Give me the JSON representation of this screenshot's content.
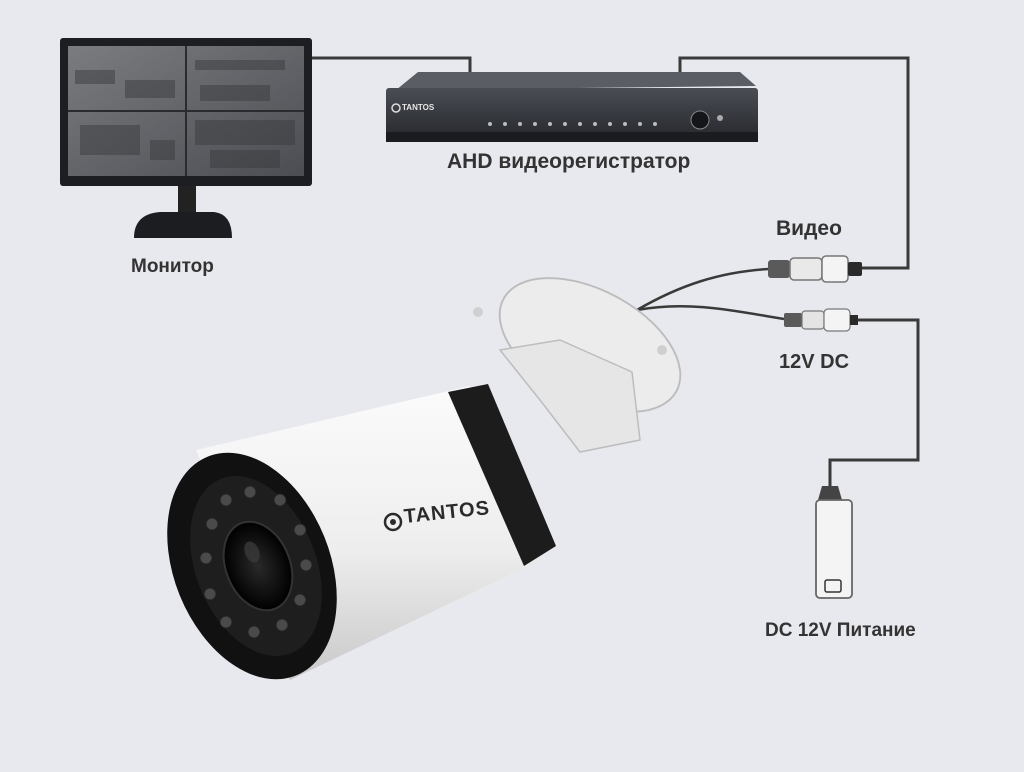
{
  "labels": {
    "monitor": "Монитор",
    "dvr": "AHD видеорегистратор",
    "video": "Видео",
    "power_12v": "12V DC",
    "power_supply": "DC 12V Питание"
  },
  "brand": {
    "dvr": "TANTOS",
    "camera": "TANTOS"
  },
  "colors": {
    "background": "#e8e9ee",
    "cable": "#3a3a3a",
    "device_dark": "#2e3035",
    "camera_body": "#f2f2f2",
    "camera_band": "#1c1c1c"
  }
}
